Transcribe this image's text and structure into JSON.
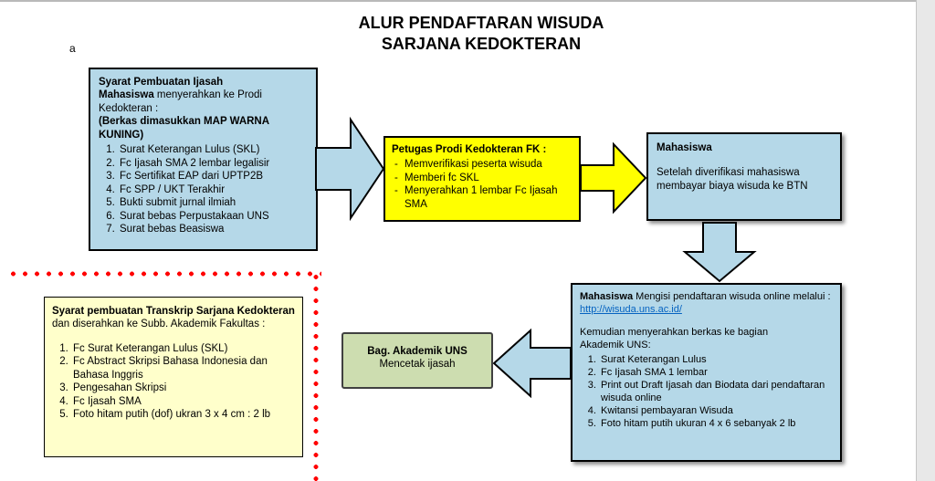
{
  "title": {
    "line1": "ALUR PENDAFTARAN WISUDA",
    "line2": "SARJANA KEDOKTERAN"
  },
  "marker_a": "a",
  "colors": {
    "box_blue": "#b5d8e8",
    "box_yellow": "#ffff00",
    "box_pale_yellow": "#ffffcb",
    "box_green": "#cdddb0",
    "arrow_blue": "#b5d8e8",
    "arrow_yellow": "#ffff00",
    "dotted_line_red": "#ff0000",
    "link_blue": "#0563c1"
  },
  "box_ijasah": {
    "heading_bold": "Syarat Pembuatan Ijasah",
    "subject_bold": "Mahasiswa",
    "intro_rest": " menyerahkan ke Prodi Kedokteran :",
    "note": "(Berkas dimasukkan MAP WARNA KUNING)",
    "items": [
      "Surat Keterangan Lulus (SKL)",
      "Fc Ijasah SMA 2 lembar legalisir",
      "Fc Sertifikat EAP dari UPTP2B",
      "Fc SPP / UKT Terakhir",
      "Bukti submit jurnal ilmiah",
      "Surat bebas Perpustakaan UNS",
      "Surat bebas Beasiswa"
    ]
  },
  "box_petugas": {
    "heading": "Petugas Prodi Kedokteran FK :",
    "items": [
      "Memverifikasi peserta wisuda",
      "Memberi fc SKL",
      "Menyerahkan 1 lembar Fc Ijasah SMA"
    ]
  },
  "box_btn": {
    "heading": "Mahasiswa",
    "body": "Setelah diverifikasi mahasiswa membayar biaya wisuda ke BTN"
  },
  "box_online": {
    "intro_bold": "Mahasiswa",
    "intro_rest": " Mengisi pendaftaran wisuda online melalui :",
    "link": "http://wisuda.uns.ac.id/",
    "middle": "Kemudian menyerahkan berkas ke bagian Akademik UNS:",
    "items": [
      "Surat Keterangan Lulus",
      "Fc Ijasah SMA 1 lembar",
      "Print out Draft Ijasah dan Biodata dari pendaftaran wisuda online",
      "Kwitansi pembayaran Wisuda",
      "Foto hitam putih ukuran 4 x 6 sebanyak 2 lb"
    ]
  },
  "box_akademik": {
    "heading": "Bag. Akademik UNS",
    "body": "Mencetak ijasah"
  },
  "box_transkrip": {
    "intro_bold": "Syarat pembuatan Transkrip Sarjana Kedokteran",
    "intro_rest": " dan diserahkan ke Subb. Akademik Fakultas :",
    "items": [
      "Fc Surat Keterangan Lulus (SKL)",
      "Fc Abstract Skripsi Bahasa Indonesia dan Bahasa Inggris",
      "Pengesahan Skripsi",
      "Fc Ijasah SMA",
      "Foto hitam putih (dof) ukran 3 x 4 cm : 2 lb"
    ]
  }
}
